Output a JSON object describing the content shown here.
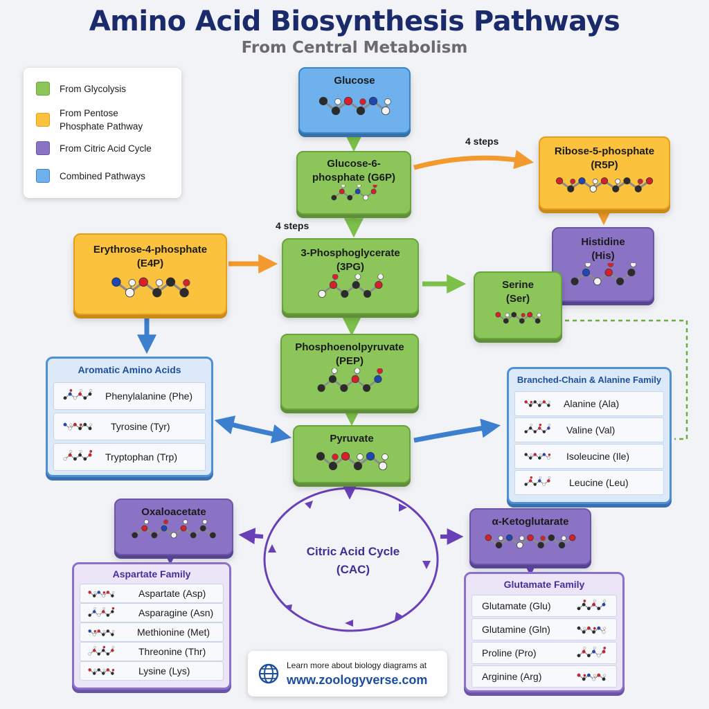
{
  "title": "Amino Acid Biosynthesis Pathways",
  "subtitle": "From Central Metabolism",
  "legend": {
    "items": [
      {
        "label": "From Glycolysis",
        "color": "#8cc65a"
      },
      {
        "label": "From Pentose Phosphate Pathway",
        "line1": "From Pentose",
        "line2": "Phosphate Pathway",
        "color": "#fbc23d"
      },
      {
        "label": "From Citric Acid Cycle",
        "color": "#8a73c4"
      },
      {
        "label": "Combined Pathways",
        "color": "#6fb1ec"
      }
    ]
  },
  "nodes": {
    "glucose": {
      "line1": "Glucose"
    },
    "g6p": {
      "line1": "Glucose-6-",
      "line2": "phosphate (G6P)"
    },
    "r5p": {
      "line1": "Ribose-5-phosphate",
      "line2": "(R5P)"
    },
    "histidine": {
      "line1": "Histidine",
      "line2": "(His)"
    },
    "e4p": {
      "line1": "Erythrose-4-phosphate",
      "line2": "(E4P)"
    },
    "pg3": {
      "line1": "3-Phosphoglycerate",
      "line2": "(3PG)"
    },
    "serine": {
      "line1": "Serine",
      "line2": "(Ser)"
    },
    "pep": {
      "line1": "Phosphoenolpyruvate",
      "line2": "(PEP)"
    },
    "pyruvate": {
      "line1": "Pyruvate"
    },
    "oxaloacetate": {
      "line1": "Oxaloacetate"
    },
    "akg": {
      "line1": "α-Ketoglutarate"
    }
  },
  "step_labels": {
    "g6p_r5p": "4 steps",
    "g6p_3pg": "4 steps"
  },
  "cycle": {
    "line1": "Citric Acid Cycle",
    "line2": "(CAC)"
  },
  "panels": {
    "aromatic": {
      "title": "Aromatic Amino Acids",
      "items": [
        "Phenylalanine (Phe)",
        "Tyrosine (Tyr)",
        "Tryptophan (Trp)"
      ]
    },
    "branched": {
      "title": "Branched-Chain & Alanine Family",
      "items": [
        "Alanine (Ala)",
        "Valine (Val)",
        "Isoleucine (Ile)",
        "Leucine (Leu)"
      ]
    },
    "aspartate": {
      "title": "Aspartate Family",
      "items": [
        "Aspartate (Asp)",
        "Asparagine (Asn)",
        "Methionine (Met)",
        "Threonine (Thr)",
        "Lysine (Lys)"
      ]
    },
    "glutamate": {
      "title": "Glutamate Family",
      "items": [
        "Glutamate (Glu)",
        "Glutamine (Gln)",
        "Proline (Pro)",
        "Arginine (Arg)"
      ]
    }
  },
  "footer": {
    "line1": "Learn more about biology diagrams at",
    "line2": "www.zoologyverse.com"
  },
  "colors": {
    "glycolysis": "#8cc65a",
    "pentose": "#fbc23d",
    "cac": "#8a73c4",
    "combined": "#6fb1ec",
    "title": "#1b2a6b",
    "arrow_green": "#7cc04a",
    "arrow_orange": "#f29a2e",
    "arrow_blue": "#3d7fcf",
    "arrow_purple": "#6a40b8"
  }
}
